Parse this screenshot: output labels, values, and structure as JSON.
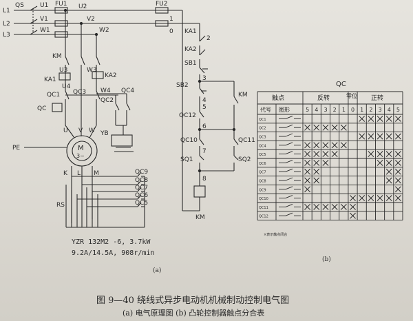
{
  "figure": {
    "title": "图 9—40   绕线式异步电动机机械制动控制电气图",
    "subtitle": "(a) 电气原理图   (b) 凸轮控制器触点分合表",
    "label_a": "(a)",
    "label_b": "(b)"
  },
  "circuit": {
    "labels": {
      "qs": "QS",
      "l1": "L1",
      "l2": "L2",
      "l3": "L3",
      "u1": "U1",
      "v1": "V1",
      "w1": "W1",
      "fu1": "FU1",
      "fu2": "FU2",
      "u2": "U2",
      "v2": "V2",
      "w2": "W2",
      "km_main": "KM",
      "u3": "U3",
      "w3": "W3",
      "ka1_main": "KA1",
      "ka2_main": "KA2",
      "u4": "U4",
      "qc1_main": "QC1",
      "qc3": "QC3",
      "w4": "W4",
      "qc4": "QC4",
      "qc2": "QC2",
      "qc_box": "QC",
      "u": "U",
      "v": "V",
      "w": "W",
      "yb": "YB",
      "pe": "PE",
      "motor_m": "M",
      "motor_phase": "3~",
      "k": "K",
      "l": "L",
      "m": "M",
      "qc9": "QC9",
      "qc8": "QC8",
      "qc7": "QC7",
      "qc6": "QC6",
      "qc5": "QC5",
      "rs": "RS",
      "n1": "1",
      "n0": "0",
      "ka1": "KA1",
      "ka2": "KA2",
      "sb1": "SB1",
      "sb2": "SB2",
      "n2": "2",
      "n3": "3",
      "n4": "4",
      "n5": "5",
      "n6": "6",
      "n7": "7",
      "n8": "8",
      "km_ctrl": "KM",
      "qc12": "QC12",
      "qc10": "QC10",
      "qc11": "QC11",
      "sq1": "SQ1",
      "sq2": "SQ2",
      "km_coil": "KM"
    },
    "spec_line1": "YZR  132M2 -6, 3.7kW",
    "spec_line2": "9.2A/14.5A, 908r/min"
  },
  "table": {
    "title": "QC",
    "head": {
      "contact": "触点",
      "reverse": "反转",
      "zero": "零位",
      "forward": "正转",
      "code": "代号",
      "shape": "图形"
    },
    "positions": [
      "5",
      "4",
      "3",
      "2",
      "1",
      "0",
      "1",
      "2",
      "3",
      "4",
      "5"
    ],
    "rows": [
      {
        "code": "QC1",
        "marks": [
          0,
          0,
          0,
          0,
          0,
          0,
          1,
          1,
          1,
          1,
          1
        ]
      },
      {
        "code": "QC2",
        "marks": [
          1,
          1,
          1,
          1,
          1,
          0,
          0,
          0,
          0,
          0,
          0
        ]
      },
      {
        "code": "QC3",
        "marks": [
          0,
          0,
          0,
          0,
          0,
          0,
          1,
          1,
          1,
          1,
          1
        ]
      },
      {
        "code": "QC4",
        "marks": [
          1,
          1,
          1,
          1,
          1,
          0,
          0,
          0,
          0,
          0,
          0
        ]
      },
      {
        "code": "QC5",
        "marks": [
          1,
          1,
          1,
          1,
          0,
          0,
          0,
          1,
          1,
          1,
          1
        ]
      },
      {
        "code": "QC6",
        "marks": [
          1,
          1,
          1,
          0,
          0,
          0,
          0,
          0,
          1,
          1,
          1
        ]
      },
      {
        "code": "QC7",
        "marks": [
          1,
          1,
          0,
          0,
          0,
          0,
          0,
          0,
          0,
          1,
          1
        ]
      },
      {
        "code": "QC8",
        "marks": [
          1,
          1,
          0,
          0,
          0,
          0,
          0,
          0,
          0,
          1,
          1
        ]
      },
      {
        "code": "QC9",
        "marks": [
          1,
          0,
          0,
          0,
          0,
          0,
          0,
          0,
          0,
          0,
          1
        ]
      },
      {
        "code": "QC10",
        "marks": [
          0,
          0,
          0,
          0,
          0,
          1,
          1,
          1,
          1,
          1,
          1
        ]
      },
      {
        "code": "QC11",
        "marks": [
          1,
          1,
          1,
          1,
          1,
          1,
          0,
          0,
          0,
          0,
          0
        ]
      },
      {
        "code": "QC12",
        "marks": [
          0,
          0,
          0,
          0,
          0,
          1,
          0,
          0,
          0,
          0,
          0
        ]
      }
    ],
    "note": "×表示触点闭合"
  }
}
